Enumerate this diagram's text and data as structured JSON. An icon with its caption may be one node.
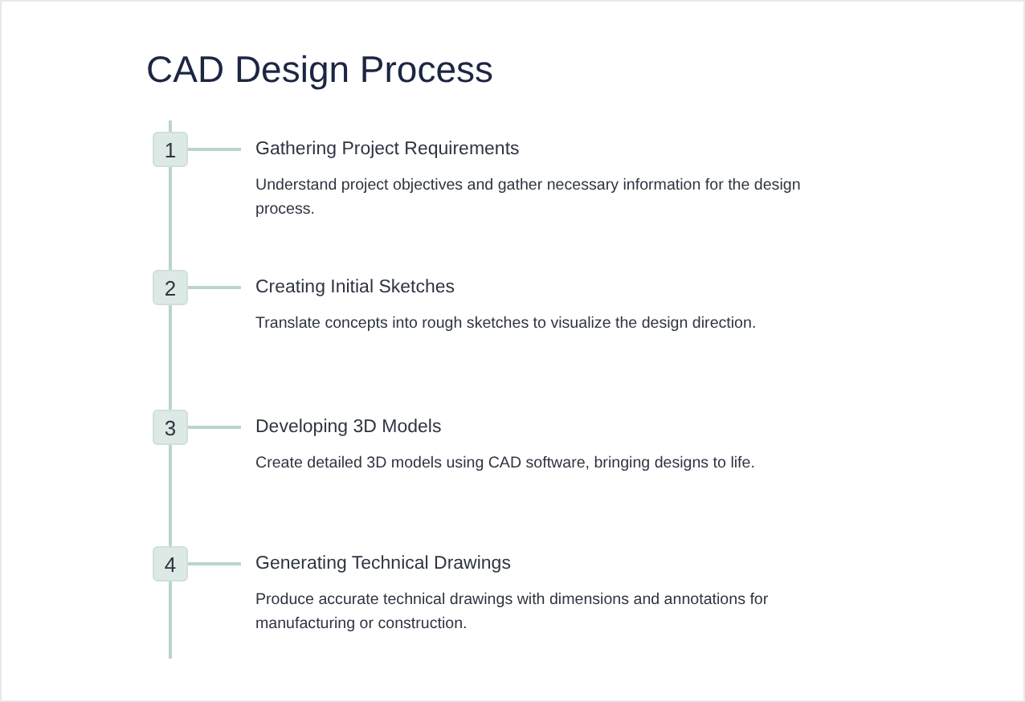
{
  "diagram": {
    "title": "CAD Design Process",
    "nodes": [
      {
        "text": [
          "1"
        ]
      },
      {
        "text": [
          "Gathering Project Requirements",
          "Understand project objectives and gather necessary information for the design process."
        ]
      },
      {
        "text": [
          "2"
        ]
      },
      {
        "text": [
          "Creating Initial Sketches",
          "Translate concepts into rough sketches to visualize the design direction."
        ]
      },
      {
        "text": [
          "3"
        ]
      },
      {
        "text": [
          "Developing 3D Models",
          "Create detailed 3D models using CAD software, bringing designs to life."
        ]
      },
      {
        "text": [
          "4"
        ]
      },
      {
        "text": [
          "Generating Technical Drawings",
          "Produce accurate technical drawings with dimensions and annotations for manufacturing or construction."
        ]
      }
    ],
    "edges": [
      {
        "from": 0,
        "to": 1,
        "arrow": "none"
      },
      {
        "from": 2,
        "to": 3,
        "arrow": "none"
      },
      {
        "from": 4,
        "to": 5,
        "arrow": "none"
      },
      {
        "from": 6,
        "to": 7,
        "arrow": "none"
      },
      {
        "from": 0,
        "to": 2,
        "arrow": "none"
      },
      {
        "from": 2,
        "to": 4,
        "arrow": "none"
      },
      {
        "from": 4,
        "to": 6,
        "arrow": "none"
      }
    ]
  }
}
